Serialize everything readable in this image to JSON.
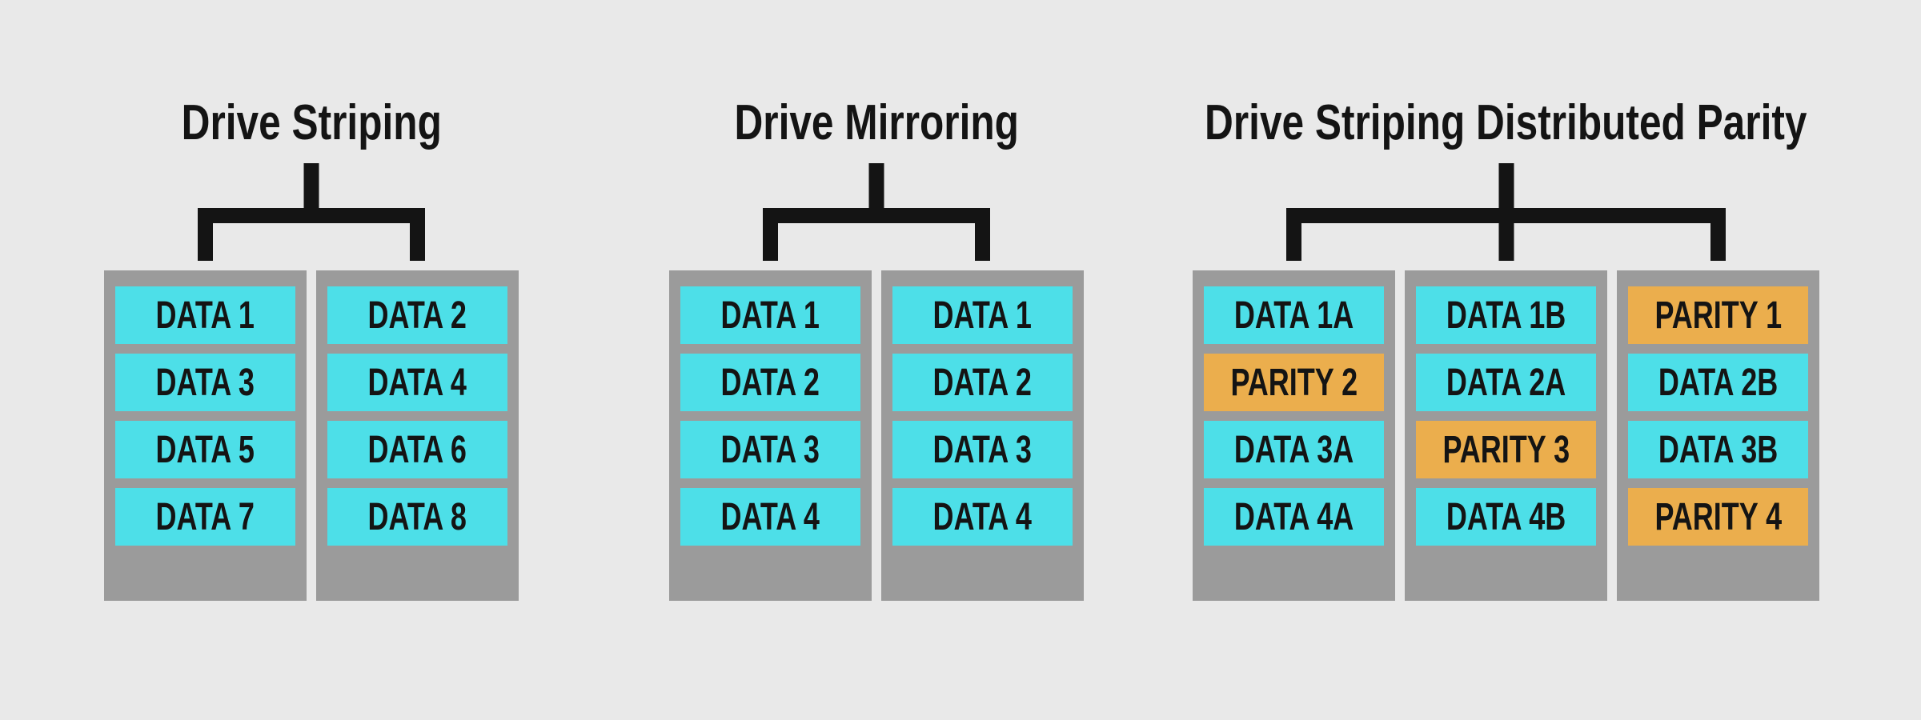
{
  "colors": {
    "background": "#E9E9E9",
    "drive_body": "#9B9B9B",
    "block_data": "#4DDFE8",
    "block_parity": "#EBAE4D",
    "connector": "#141414",
    "text": "#141414"
  },
  "diagrams": [
    {
      "title": "Drive Striping",
      "drives": [
        {
          "blocks": [
            {
              "label": "DATA 1",
              "type": "data"
            },
            {
              "label": "DATA 3",
              "type": "data"
            },
            {
              "label": "DATA 5",
              "type": "data"
            },
            {
              "label": "DATA 7",
              "type": "data"
            }
          ]
        },
        {
          "blocks": [
            {
              "label": "DATA 2",
              "type": "data"
            },
            {
              "label": "DATA 4",
              "type": "data"
            },
            {
              "label": "DATA 6",
              "type": "data"
            },
            {
              "label": "DATA 8",
              "type": "data"
            }
          ]
        }
      ]
    },
    {
      "title": "Drive Mirroring",
      "drives": [
        {
          "blocks": [
            {
              "label": "DATA 1",
              "type": "data"
            },
            {
              "label": "DATA 2",
              "type": "data"
            },
            {
              "label": "DATA 3",
              "type": "data"
            },
            {
              "label": "DATA 4",
              "type": "data"
            }
          ]
        },
        {
          "blocks": [
            {
              "label": "DATA 1",
              "type": "data"
            },
            {
              "label": "DATA 2",
              "type": "data"
            },
            {
              "label": "DATA 3",
              "type": "data"
            },
            {
              "label": "DATA 4",
              "type": "data"
            }
          ]
        }
      ]
    },
    {
      "title": "Drive Striping Distributed Parity",
      "drives": [
        {
          "blocks": [
            {
              "label": "DATA 1A",
              "type": "data"
            },
            {
              "label": "PARITY 2",
              "type": "parity"
            },
            {
              "label": "DATA 3A",
              "type": "data"
            },
            {
              "label": "DATA 4A",
              "type": "data"
            }
          ]
        },
        {
          "blocks": [
            {
              "label": "DATA 1B",
              "type": "data"
            },
            {
              "label": "DATA 2A",
              "type": "data"
            },
            {
              "label": "PARITY 3",
              "type": "parity"
            },
            {
              "label": "DATA 4B",
              "type": "data"
            }
          ]
        },
        {
          "blocks": [
            {
              "label": "PARITY 1",
              "type": "parity"
            },
            {
              "label": "DATA 2B",
              "type": "data"
            },
            {
              "label": "DATA 3B",
              "type": "data"
            },
            {
              "label": "PARITY 4",
              "type": "parity"
            }
          ]
        }
      ]
    }
  ]
}
